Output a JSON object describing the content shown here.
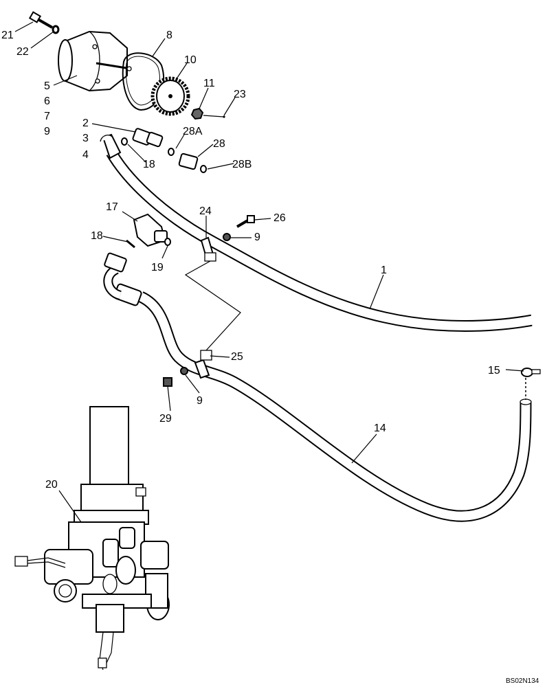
{
  "callouts": {
    "c1": "1",
    "c2": "2",
    "c3": "3",
    "c4": "4",
    "c5": "5",
    "c6": "6",
    "c7": "7",
    "c8": "8",
    "c9a": "9",
    "c9b": "9",
    "c9c": "9",
    "c10": "10",
    "c11": "11",
    "c14": "14",
    "c15": "15",
    "c17": "17",
    "c18a": "18",
    "c18b": "18",
    "c19": "19",
    "c20": "20",
    "c21": "21",
    "c22": "22",
    "c23": "23",
    "c24": "24",
    "c25": "25",
    "c26": "26",
    "c28": "28",
    "c28a": "28A",
    "c28b": "28B",
    "c29": "29"
  },
  "reference_code": "BS02N134"
}
